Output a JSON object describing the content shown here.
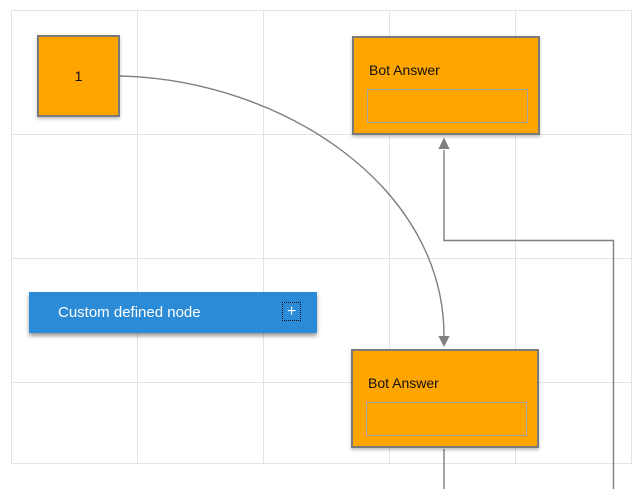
{
  "nodes": {
    "square": {
      "label": "1"
    },
    "bot_answer_top": {
      "title": "Bot Answer",
      "field_value": ""
    },
    "bot_answer_bottom": {
      "title": "Bot Answer",
      "field_value": ""
    },
    "custom": {
      "label": "Custom defined node",
      "add_button_glyph": "+"
    }
  },
  "colors": {
    "node-orange": "#ffa500",
    "node-border": "#7a7a7a",
    "field-border": "#a3a3a3",
    "accent-blue": "#2b8bd7",
    "connector-gray": "#7f7f7f",
    "grid-line": "#e3e3e3",
    "node-title-text": "#111111",
    "custom-node-text": "#ffffff"
  }
}
